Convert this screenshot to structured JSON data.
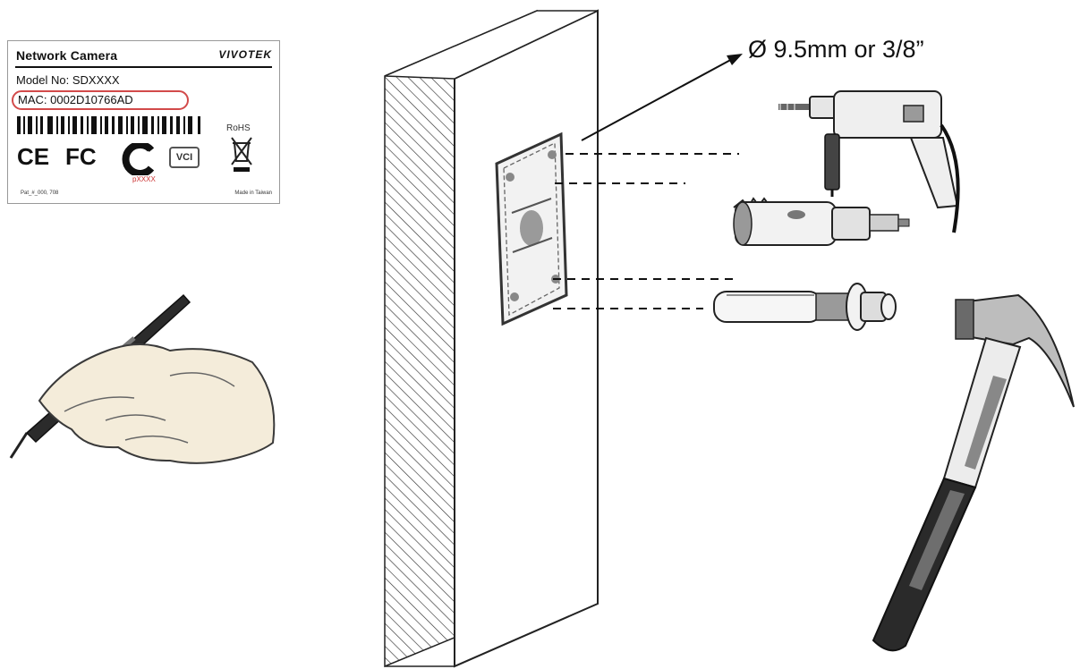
{
  "label": {
    "title": "Network Camera",
    "brand": "VIVOTEK",
    "model": "Model No: SDXXXX",
    "mac": "MAC: 0002D10766AD",
    "rohs": "RoHS",
    "ce": "CE",
    "fc": "FC",
    "vci": "VCI",
    "mark_code": "pXXXX",
    "patent": "Pat_#_000, 708",
    "made_in": "Made in Taiwan",
    "highlight_color": "#d24a4a"
  },
  "drill_spec": "Ø 9.5mm or 3/8”",
  "icons": [
    "hand-pen-icon",
    "power-drill-icon",
    "hole-saw-bit-icon",
    "anchor-bolt-icon",
    "claw-hammer-icon",
    "mounting-plate-icon",
    "wall-icon"
  ]
}
